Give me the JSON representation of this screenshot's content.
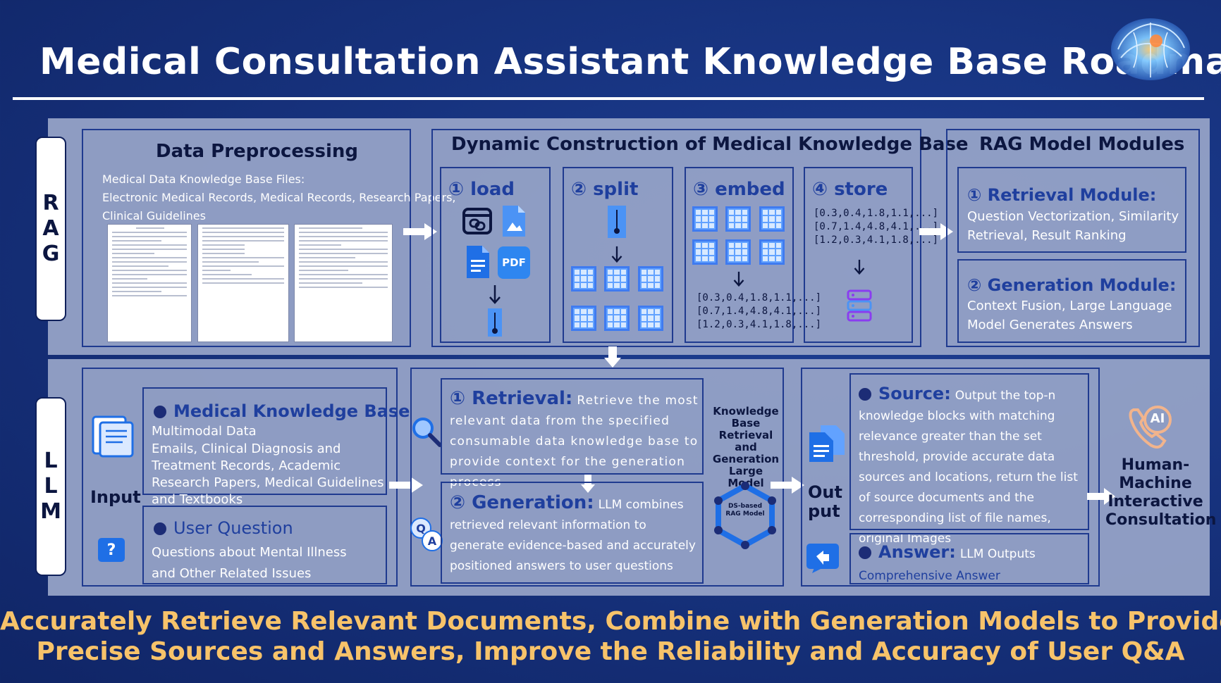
{
  "title": "Medical Consultation Assistant Knowledge Base Roadmap",
  "side_labels": {
    "rag": [
      "R",
      "A",
      "G"
    ],
    "llm": [
      "L",
      "L",
      "M"
    ]
  },
  "preprocessing": {
    "title": "Data Preprocessing",
    "files_line1": "Medical Data Knowledge Base  Files:",
    "files_line2": "Electronic Medical Records, Medical Records, Research Papers,",
    "files_line3": "Clinical Guidelines"
  },
  "construction": {
    "title": "Dynamic Construction of Medical Knowledge Base",
    "steps": {
      "load": "① load",
      "split": "② split",
      "embed": "③ embed",
      "store": "④ store"
    },
    "pdf_label": "PDF",
    "embed_vectors": [
      "[0.3,0.4,1.8,1.1,...]",
      "[0.7,1.4,4.8,4.1,...]",
      "[1.2,0.3,4.1,1.8,...]"
    ],
    "store_vectors": [
      "[0.3,0.4,1.8,1.1,...]",
      "[0.7,1.4,4.8,4.1,...]",
      "[1.2,0.3,4.1,1.8,...]"
    ]
  },
  "rag_modules": {
    "title": "RAG Model Modules",
    "retrieval_head": "① Retrieval Module:",
    "retrieval_body": "Question Vectorization, Similarity Retrieval, Result Ranking",
    "generation_head": "② Generation Module:",
    "generation_body": "Context Fusion, Large Language Model Generates Answers"
  },
  "input": {
    "label": "Input",
    "kb_head": "Medical Knowledge Base",
    "kb_line1": "Multimodal Data",
    "kb_line2": "Emails, Clinical Diagnosis and Treatment Records, Academic Research Papers, Medical Guidelines and Textbooks",
    "uq_head": "User Question",
    "uq_body": "Questions about Mental Illness and Other Related Issues",
    "question_mark": "?"
  },
  "process": {
    "retrieval_head": "① Retrieval:",
    "retrieval_body": "Retrieve the most relevant data from the specified consumable data knowledge base to provide context for the generation process",
    "generation_head": "② Generation:",
    "generation_body": "LLM combines retrieved relevant information to generate evidence-based and accurately positioned answers to user questions",
    "side_label": "Knowledge Base Retrieval and Generation Large Model",
    "hex_label": "DS-based RAG Model",
    "qa_q": "Q",
    "qa_a": "A"
  },
  "output": {
    "label_line1": "Out",
    "label_line2": "put",
    "source_head": "Source:",
    "source_body": "Output the top-n knowledge blocks with matching relevance greater than the set threshold, provide accurate data sources and locations, return the list of source documents and the corresponding list of file names, original Images",
    "answer_head": "Answer:",
    "answer_body_1": "LLM Outputs",
    "answer_body_2": "Comprehensive Answer"
  },
  "consultation": {
    "ai_label": "AI",
    "line1": "Human-",
    "line2": "Machine",
    "line3": "Interactive",
    "line4": "Consultation"
  },
  "footer": {
    "line1": "Accurately Retrieve Relevant Documents, Combine with Generation Models to Provide",
    "line2": "Precise Sources and Answers, Improve the Reliability and Accuracy of User Q&A"
  },
  "colors": {
    "background": "#17337f",
    "band": "#98a5c8",
    "frame_border": "#1f3a8f",
    "accent_blue": "#1f3f9e",
    "footer_gold": "#f7c36a"
  }
}
